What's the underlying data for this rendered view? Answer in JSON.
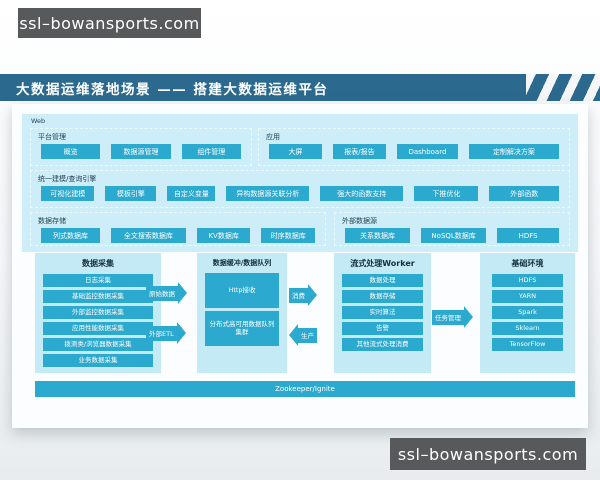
{
  "watermark": {
    "top": "ssl–bowansports.com",
    "bottom": "ssl–bowansports.com"
  },
  "header": {
    "title": "大数据运维落地场景 —— 搭建大数据运维平台"
  },
  "web_label": "Web",
  "sections": {
    "platform": {
      "label": "平台管理",
      "buttons": [
        "概览",
        "数据源管理",
        "组件管理"
      ]
    },
    "application": {
      "label": "应用",
      "buttons": [
        "大屏",
        "报表/报告",
        "Dashboard",
        "定制解决方案"
      ]
    },
    "engine": {
      "label": "统一建模/查询引擎",
      "buttons": [
        "可视化建模",
        "模板引擎",
        "自定义变量",
        "异构数据源关联分析",
        "强大的函数支持",
        "下推优化",
        "外部函数"
      ]
    },
    "storage": {
      "label": "数据存储",
      "buttons": [
        "列式数据库",
        "全文搜索数据库",
        "KV数据库",
        "时序数据库"
      ]
    },
    "external": {
      "label": "外部数据源",
      "buttons": [
        "关系数据库",
        "NoSQL数据库",
        "HDFS"
      ]
    }
  },
  "columns": {
    "collect": {
      "title": "数据采集",
      "items": [
        "日志采集",
        "基础监控数据采集",
        "外部监控数据采集",
        "应用性能数据采集",
        "拨测类/浏览器数据采集",
        "业务数据采集"
      ]
    },
    "buffer": {
      "title": "数据缓冲/数据队列",
      "items": [
        "Http接收",
        "分布式高可用数据队列集群"
      ]
    },
    "stream": {
      "title": "流式处理Worker",
      "items": [
        "数据处理",
        "数据存储",
        "实时算法",
        "告警",
        "其他流式处理消费"
      ]
    },
    "base": {
      "title": "基础环境",
      "items": [
        "HDFS",
        "YARN",
        "Spark",
        "Sklearn",
        "TensorFlow"
      ]
    }
  },
  "arrows": {
    "raw": "原始数据",
    "etl": "外部ETL",
    "consume": "消费",
    "produce": "生产",
    "task": "任务管理"
  },
  "footer_bar": "Zookeeper/Ignite",
  "colors": {
    "accent": "#2BA9CE",
    "header_bar": "#2B6A8E",
    "panel": "#CDEEF8",
    "column_panel": "#C3EAF5",
    "banner": "#58595B"
  }
}
